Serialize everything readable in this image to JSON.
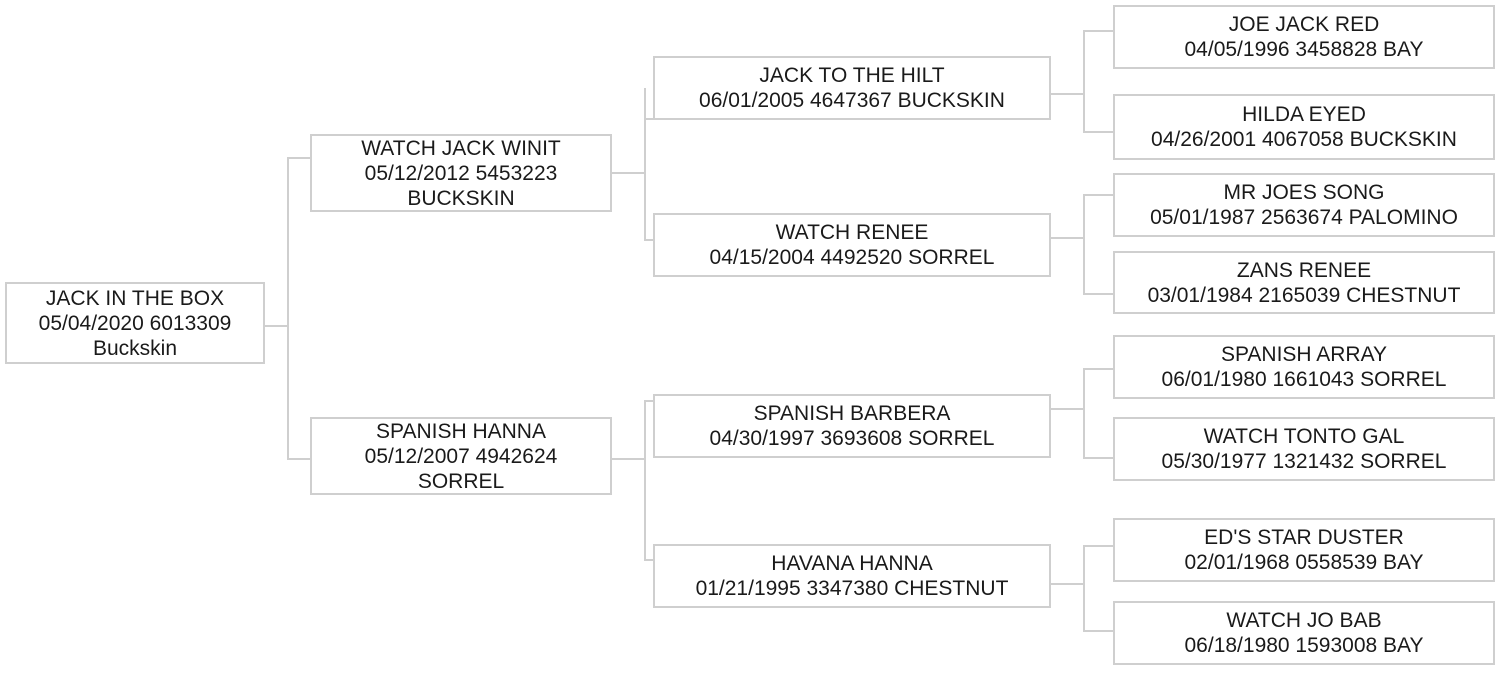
{
  "pedigree": {
    "subject": {
      "name": "JACK IN THE BOX",
      "info_line1": "05/04/2020 6013309",
      "info_line2": "Buckskin"
    },
    "sire": {
      "name": "WATCH JACK WINIT",
      "info_line1": "05/12/2012 5453223",
      "info_line2": "BUCKSKIN"
    },
    "dam": {
      "name": "SPANISH HANNA",
      "info_line1": "05/12/2007 4942624",
      "info_line2": "SORREL"
    },
    "sire_sire": {
      "name": "JACK TO THE HILT",
      "info": "06/01/2005 4647367 BUCKSKIN"
    },
    "sire_dam": {
      "name": "WATCH RENEE",
      "info": "04/15/2004 4492520 SORREL"
    },
    "dam_sire": {
      "name": "SPANISH BARBERA",
      "info": "04/30/1997 3693608 SORREL"
    },
    "dam_dam": {
      "name": "HAVANA HANNA",
      "info": "01/21/1995 3347380 CHESTNUT"
    },
    "ss_sire": {
      "name": "JOE JACK RED",
      "info": "04/05/1996 3458828 BAY"
    },
    "ss_dam": {
      "name": "HILDA EYED",
      "info": "04/26/2001 4067058 BUCKSKIN"
    },
    "sd_sire": {
      "name": "MR JOES SONG",
      "info": "05/01/1987 2563674 PALOMINO"
    },
    "sd_dam": {
      "name": "ZANS RENEE",
      "info": "03/01/1984 2165039 CHESTNUT"
    },
    "ds_sire": {
      "name": "SPANISH ARRAY",
      "info": "06/01/1980 1661043 SORREL"
    },
    "ds_dam": {
      "name": "WATCH TONTO GAL",
      "info": "05/30/1977 1321432 SORREL"
    },
    "dd_sire": {
      "name": "ED'S STAR DUSTER",
      "info": "02/01/1968 0558539 BAY"
    },
    "dd_dam": {
      "name": "WATCH JO BAB",
      "info": "06/18/1980 1593008 BAY"
    }
  }
}
